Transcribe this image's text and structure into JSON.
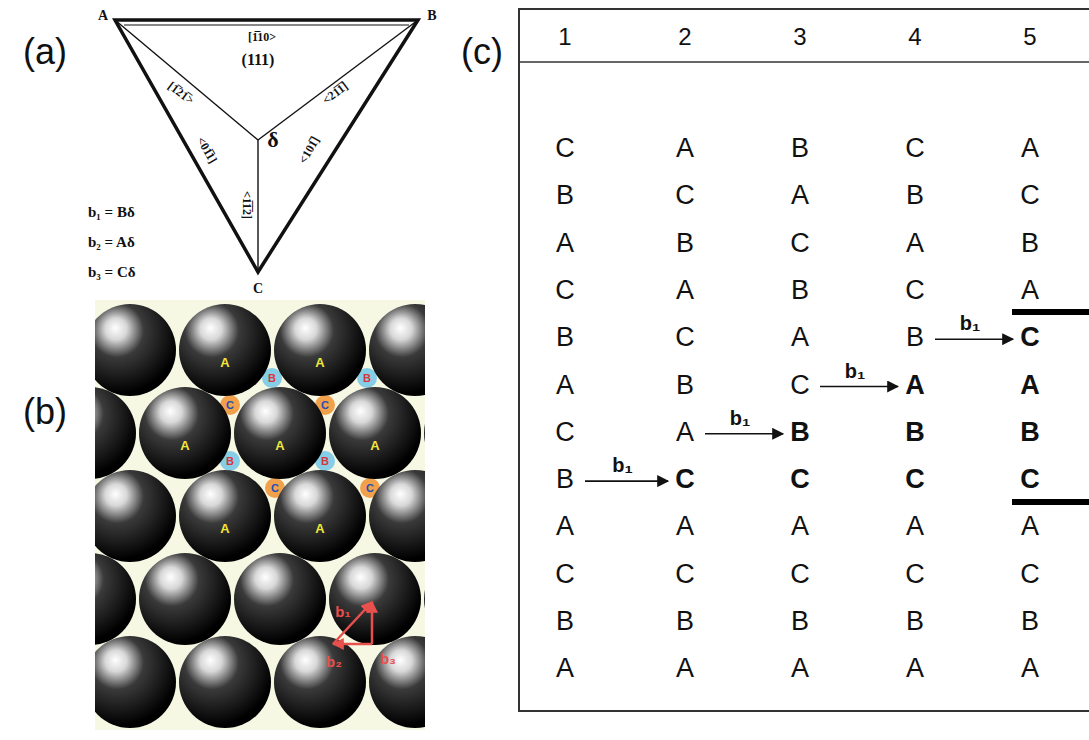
{
  "diagram": {
    "labels": [
      "(a)",
      "(b)",
      "(c)",
      "A",
      "B",
      "C",
      "[1̅10>",
      "(111)",
      "δ",
      "[1̅21̅>",
      "<21̅1̅]",
      "<01̅1]",
      "<101̅]",
      "<1̅1̅2]",
      "b₁ = Bδ",
      "b₂ = Aδ",
      "b₃ = Cδ",
      "A",
      "A",
      "A",
      "A",
      "A",
      "A",
      "A",
      "B",
      "B",
      "B",
      "B",
      "C",
      "C",
      "C",
      "C",
      "b₁",
      "b₂",
      "b₃",
      "1",
      "2",
      "3",
      "4",
      "5",
      "C",
      "A",
      "B",
      "C",
      "A",
      "B",
      "C",
      "A",
      "B",
      "C",
      "A",
      "B",
      "C",
      "A",
      "B",
      "C",
      "A",
      "B",
      "C",
      "A",
      "B",
      "C",
      "A",
      "B",
      "C",
      "A",
      "B",
      "C",
      "A",
      "A",
      "C",
      "A",
      "B",
      "B",
      "B",
      "B",
      "C",
      "C",
      "C",
      "C",
      "A",
      "A",
      "A",
      "A",
      "A",
      "C",
      "C",
      "C",
      "C",
      "C",
      "B",
      "B",
      "B",
      "B",
      "B",
      "A",
      "A",
      "A",
      "A",
      "A",
      "b₁",
      "b₁",
      "b₁",
      "b₁"
    ]
  }
}
